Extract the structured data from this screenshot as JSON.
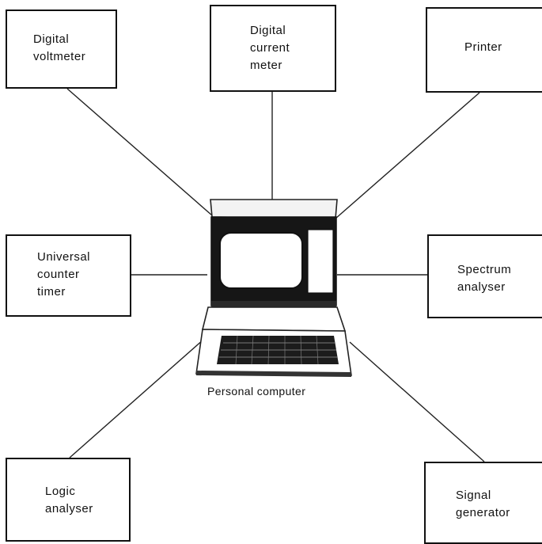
{
  "diagram": {
    "caption": "Personal computer",
    "instruments": {
      "digital_voltmeter": "Digital\nvoltmeter",
      "digital_current_meter": "Digital\ncurrent\nmeter",
      "printer": "Printer",
      "universal_counter_timer": "Universal\ncounter\ntimer",
      "spectrum_analyser": "Spectrum\nanalyser",
      "logic_analyser": "Logic\nanalyser",
      "signal_generator": "Signal\ngenerator"
    }
  }
}
